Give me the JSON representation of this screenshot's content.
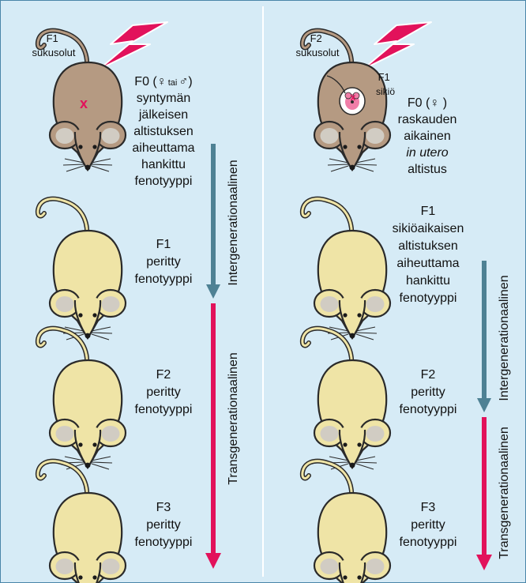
{
  "colors": {
    "background": "#d6ebf6",
    "frame": "#4a86a8",
    "teal_arrow": "#4e8194",
    "magenta_arrow": "#e2125b",
    "lightning": "#e2125b",
    "brown_mouse": "#b59a82",
    "yellow_mouse": "#efe4a6",
    "ear_inner": "#d1ccc3",
    "mouse_outline": "#2a2a2a",
    "embryo": "#f07ea8"
  },
  "left": {
    "germ_label": [
      "F1",
      "sukusolut"
    ],
    "f0_title": "F0 (",
    "f0_female_sym": "♀",
    "f0_tai": "tai",
    "f0_male_sym": "♂",
    "f0_close": ")",
    "f0_lines": [
      "syntymän",
      "jälkeisen",
      "altistuksen",
      "aiheuttama",
      "hankittu",
      "fenotyyppi"
    ],
    "gen1": [
      "F1",
      "peritty",
      "fenotyyppi"
    ],
    "gen2": [
      "F2",
      "peritty",
      "fenotyyppi"
    ],
    "gen3": [
      "F3",
      "peritty",
      "fenotyyppi"
    ],
    "arrow_inter_label": "Intergenerationaalinen",
    "arrow_trans_label": "Transgenerationaalinen"
  },
  "right": {
    "germ_label": [
      "F2",
      "sukusolut"
    ],
    "embryo_label": [
      "F1",
      "sikiö"
    ],
    "f0_title": "F0 (",
    "f0_female_sym": "♀",
    "f0_close": " )",
    "f0_lines": [
      "raskauden",
      "aikainen"
    ],
    "f0_italic": "in utero",
    "f0_last": "altistus",
    "gen1": [
      "F1",
      "sikiöaikaisen",
      "altistuksen",
      "aiheuttama",
      "hankittu",
      "fenotyyppi"
    ],
    "gen2": [
      "F2",
      "peritty",
      "fenotyyppi"
    ],
    "gen3": [
      "F3",
      "peritty",
      "fenotyyppi"
    ],
    "arrow_inter_label": "Intergenerationaalinen",
    "arrow_trans_label": "Transgenerationaalinen"
  }
}
